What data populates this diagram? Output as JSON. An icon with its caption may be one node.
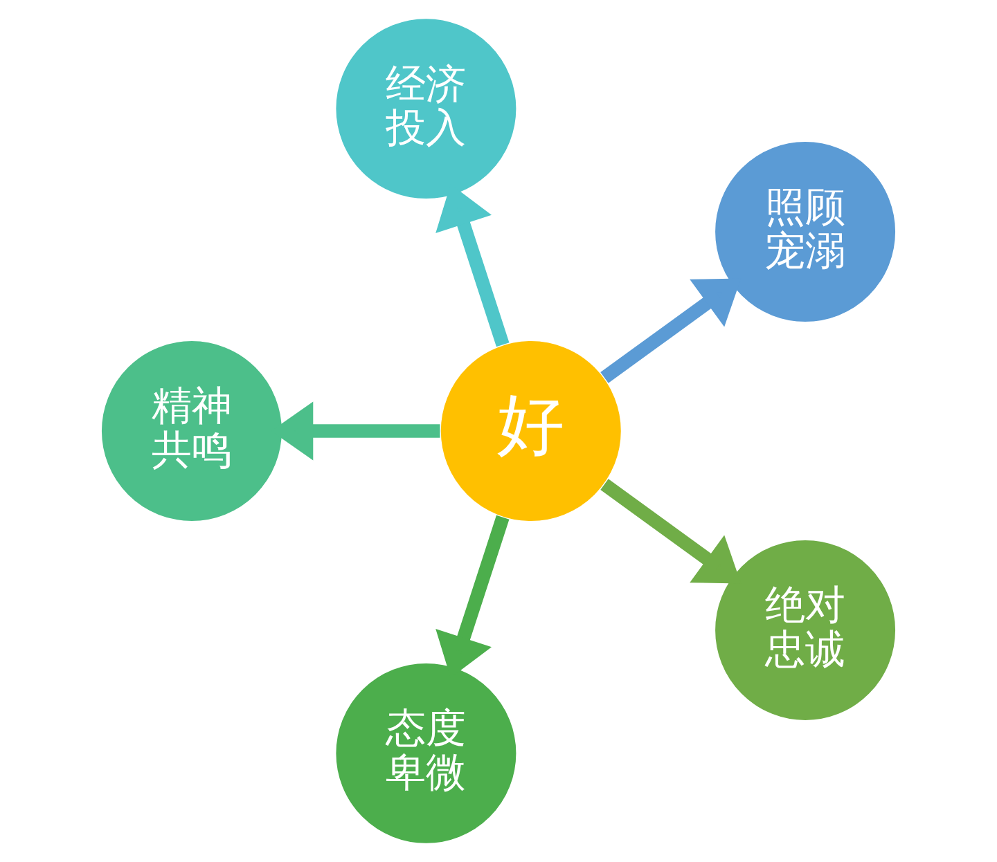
{
  "diagram": {
    "nodes": [
      {
        "text": [
          "好"
        ]
      },
      {
        "text": [
          "照顾宠溺"
        ]
      },
      {
        "text": [
          "经济投入"
        ]
      },
      {
        "text": [
          "精神共鸣"
        ]
      },
      {
        "text": [
          "态度卑微"
        ]
      },
      {
        "text": [
          "绝对忠诚"
        ]
      }
    ],
    "edges": [
      {
        "from": 0,
        "to": 1,
        "arrow": "to",
        "color": "#5b9bd5"
      },
      {
        "from": 0,
        "to": 2,
        "arrow": "to",
        "color": "#4fc6c9"
      },
      {
        "from": 0,
        "to": 3,
        "arrow": "to",
        "color": "#4cbf8a"
      },
      {
        "from": 0,
        "to": 4,
        "arrow": "to",
        "color": "#4cae4c"
      },
      {
        "from": 0,
        "to": 5,
        "arrow": "to",
        "color": "#70ad47"
      }
    ]
  }
}
